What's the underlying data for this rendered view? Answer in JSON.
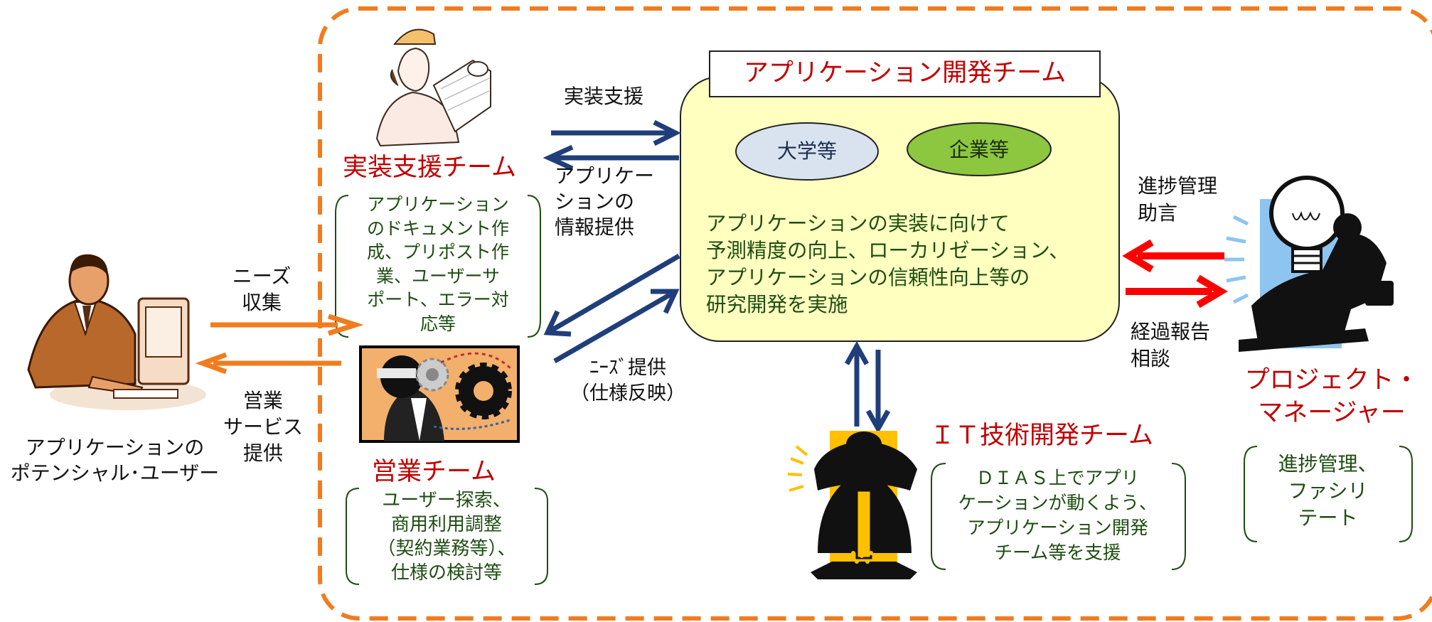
{
  "colors": {
    "dashed_border": "#f07c1e",
    "team_red": "#c00000",
    "desc_green": "#1e4d12",
    "arrow_blue": "#1f3e7a",
    "arrow_orange": "#f07c1e",
    "arrow_red": "#ff0000",
    "app_box_fill": "#ffffc0",
    "univ_fill": "#d9e3f0",
    "company_fill": "#8dc63f"
  },
  "potential_user": {
    "icon": "businessman-at-computer-icon",
    "label_lines": [
      "アプリケーションの",
      "ポテンシャル･ユーザー"
    ]
  },
  "arrows": {
    "needs_collection": [
      "ニーズ",
      "収集"
    ],
    "sales_service": [
      "営業",
      "サービス",
      "提供"
    ],
    "impl_support": "実装支援",
    "app_info": [
      "アプリケー",
      "ションの",
      "情報提供"
    ],
    "needs_provision": [
      "ﾆｰｽﾞ提供",
      "（仕様反映）"
    ],
    "progress_advice": [
      "進捗管理",
      "助言"
    ],
    "progress_report": [
      "経過報告",
      "相談"
    ]
  },
  "impl_team": {
    "icon": "architect-with-blueprints-icon",
    "title": "実装支援チーム",
    "desc_lines": [
      "アプリケーション",
      "のドキュメント作",
      "成、プリポスト作",
      "業、ユーザーサ",
      "ポート、エラー対",
      "応等"
    ]
  },
  "sales_team": {
    "icon": "gears-businessman-icon",
    "title": "営業チーム",
    "desc_lines": [
      "ユーザー探索、",
      "商用利用調整",
      "（契約業務等）、",
      "仕様の検討等"
    ]
  },
  "app_team": {
    "title": "アプリケーション開発チーム",
    "university": "大学等",
    "company": "企業等",
    "desc_lines": [
      "アプリケーションの実装に向けて",
      "予測精度の向上、ローカリゼーション、",
      "アプリケーションの信頼性向上等の",
      "研究開発を実施"
    ]
  },
  "it_team": {
    "icon": "worker-with-jackhammer-icon",
    "title": "ＩＴ技術開発チーム",
    "desc_lines": [
      "ＤＩＡＳ上でアプリ",
      "ケーションが動くよう、",
      "アプリケーション開発",
      "チーム等を支援"
    ]
  },
  "project_manager": {
    "icon": "lightbulb-businessman-icon",
    "title_lines": [
      "プロジェクト・",
      "マネージャー"
    ],
    "desc_lines": [
      "進捗管理、",
      "ファシリ",
      "テート"
    ]
  }
}
